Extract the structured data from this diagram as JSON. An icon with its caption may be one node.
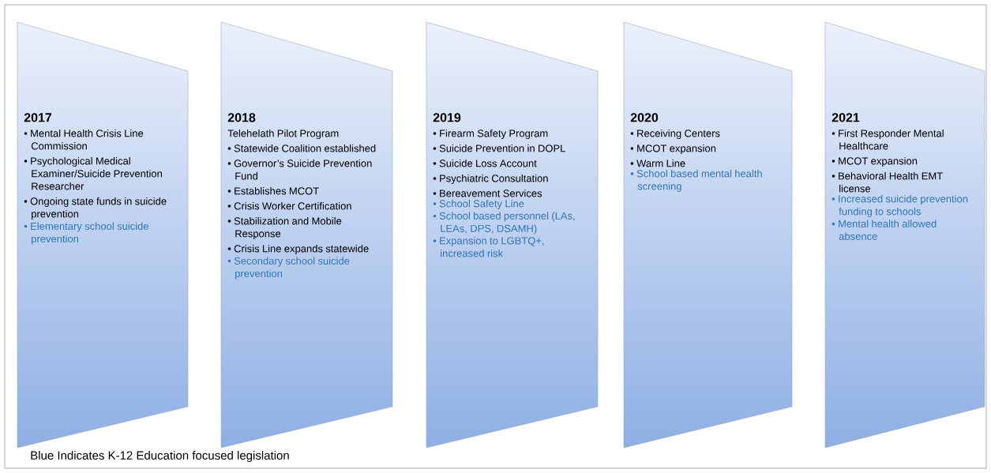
{
  "diagram": {
    "nodes": [
      {
        "text": [
          "2017",
          "• Mental Health Crisis Line Commission",
          "• Psychological Medical Examiner/Suicide Prevention Researcher",
          "• Ongoing state funds in suicide prevention"
        ]
      },
      {
        "text": [
          "• Elementary school suicide prevention"
        ],
        "in": 0
      },
      {
        "text": [
          "2018",
          "Telehelath Pilot Program",
          "• Statewide Coalition established",
          "• Governor’s Suicide Prevention Fund",
          "• Establishes MCOT",
          "• Crisis Worker Certification",
          "• Stabilization and Mobile Response",
          "• Crisis Line expands statewide"
        ]
      },
      {
        "text": [
          "• Secondary school suicide prevention"
        ],
        "in": 2
      },
      {
        "text": [
          "2019",
          "• Firearm Safety Program",
          "• Suicide Prevention in DOPL",
          "• Suicide Loss Account",
          "• Psychiatric Consultation",
          "• Bereavement Services"
        ]
      },
      {
        "text": [
          "• School Safety Line"
        ],
        "in": 4
      },
      {
        "text": [
          "• School based personnel (LAs, LEAs, DPS, DSAMH)"
        ],
        "in": 4
      },
      {
        "text": [
          "• Expansion to LGBTQ+, increased risk"
        ],
        "in": 4
      },
      {
        "text": [
          "2020",
          "• Receiving Centers",
          "• MCOT expansion",
          "• Warm Line"
        ]
      },
      {
        "text": [
          "• School based mental health screening"
        ],
        "in": 8
      },
      {
        "text": [
          "2021",
          "• First Responder Mental Healthcare",
          "• MCOT expansion",
          "• Behavioral Health EMT license"
        ]
      },
      {
        "text": [
          "• Increased suicide prevention funding to schools"
        ],
        "in": 10
      },
      {
        "text": [
          "• Mental health allowed absence"
        ],
        "in": 10
      }
    ],
    "labels": [
      "Blue Indicates K-12 Education focused legislation"
    ]
  }
}
